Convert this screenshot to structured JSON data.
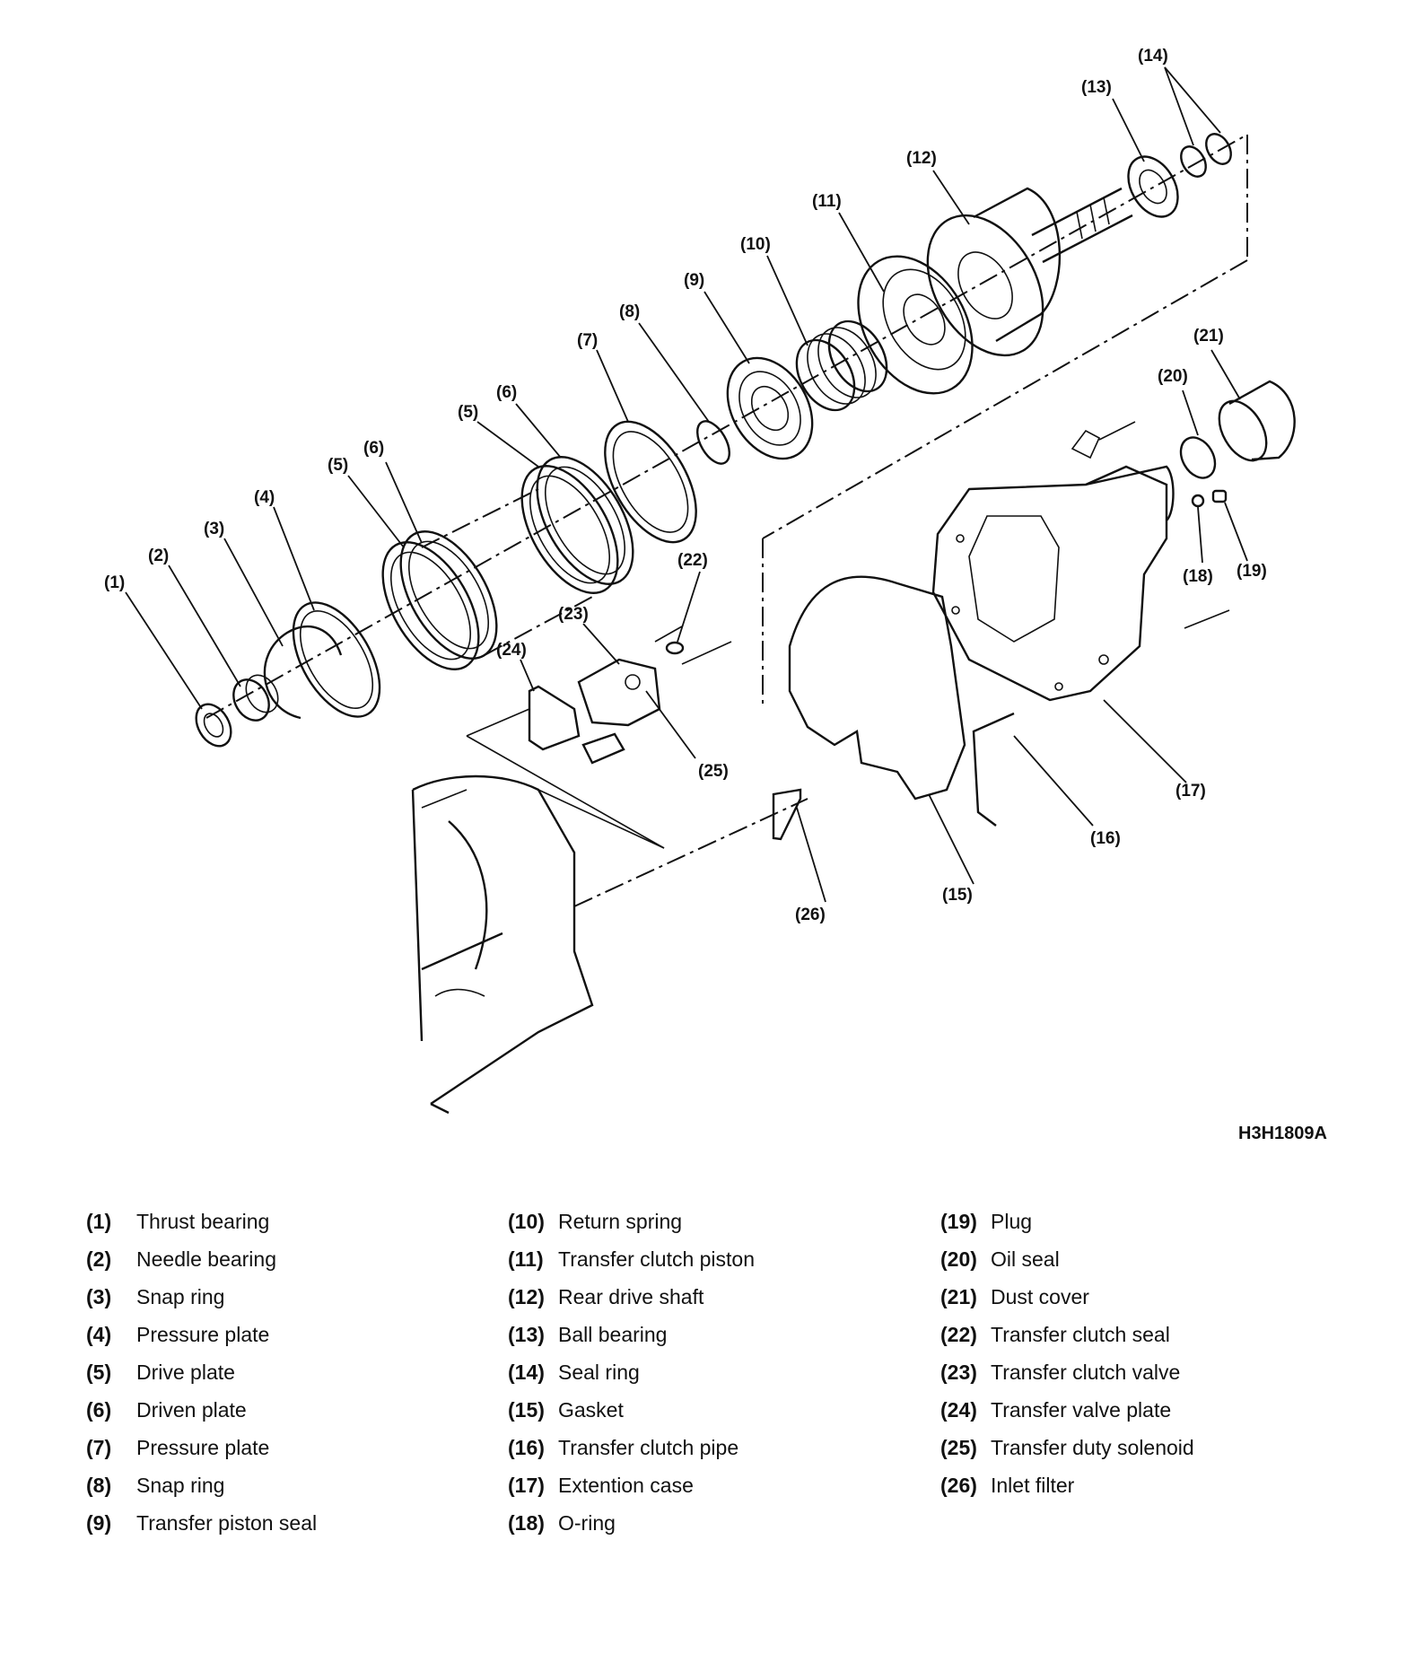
{
  "figure_code": "H3H1809A",
  "callouts": [
    "(1)",
    "(2)",
    "(3)",
    "(4)",
    "(5)",
    "(6)",
    "(5)",
    "(6)",
    "(7)",
    "(8)",
    "(9)",
    "(10)",
    "(11)",
    "(12)",
    "(13)",
    "(14)",
    "(15)",
    "(16)",
    "(17)",
    "(18)",
    "(19)",
    "(20)",
    "(21)",
    "(22)",
    "(23)",
    "(24)",
    "(25)",
    "(26)"
  ],
  "legend": {
    "columns": [
      [
        {
          "num": "(1)",
          "name": "Thrust bearing"
        },
        {
          "num": "(2)",
          "name": "Needle bearing"
        },
        {
          "num": "(3)",
          "name": "Snap ring"
        },
        {
          "num": "(4)",
          "name": "Pressure plate"
        },
        {
          "num": "(5)",
          "name": "Drive plate"
        },
        {
          "num": "(6)",
          "name": "Driven plate"
        },
        {
          "num": "(7)",
          "name": "Pressure plate"
        },
        {
          "num": "(8)",
          "name": "Snap ring"
        },
        {
          "num": "(9)",
          "name": "Transfer piston seal"
        }
      ],
      [
        {
          "num": "(10)",
          "name": "Return spring"
        },
        {
          "num": "(11)",
          "name": "Transfer clutch piston"
        },
        {
          "num": "(12)",
          "name": "Rear drive shaft"
        },
        {
          "num": "(13)",
          "name": "Ball bearing"
        },
        {
          "num": "(14)",
          "name": "Seal ring"
        },
        {
          "num": "(15)",
          "name": "Gasket"
        },
        {
          "num": "(16)",
          "name": "Transfer clutch pipe"
        },
        {
          "num": "(17)",
          "name": "Extention case"
        },
        {
          "num": "(18)",
          "name": "O-ring"
        }
      ],
      [
        {
          "num": "(19)",
          "name": "Plug"
        },
        {
          "num": "(20)",
          "name": "Oil seal"
        },
        {
          "num": "(21)",
          "name": "Dust cover"
        },
        {
          "num": "(22)",
          "name": "Transfer clutch seal"
        },
        {
          "num": "(23)",
          "name": "Transfer clutch valve"
        },
        {
          "num": "(24)",
          "name": "Transfer valve plate"
        },
        {
          "num": "(25)",
          "name": "Transfer duty solenoid"
        },
        {
          "num": "(26)",
          "name": "Inlet filter"
        }
      ]
    ]
  }
}
